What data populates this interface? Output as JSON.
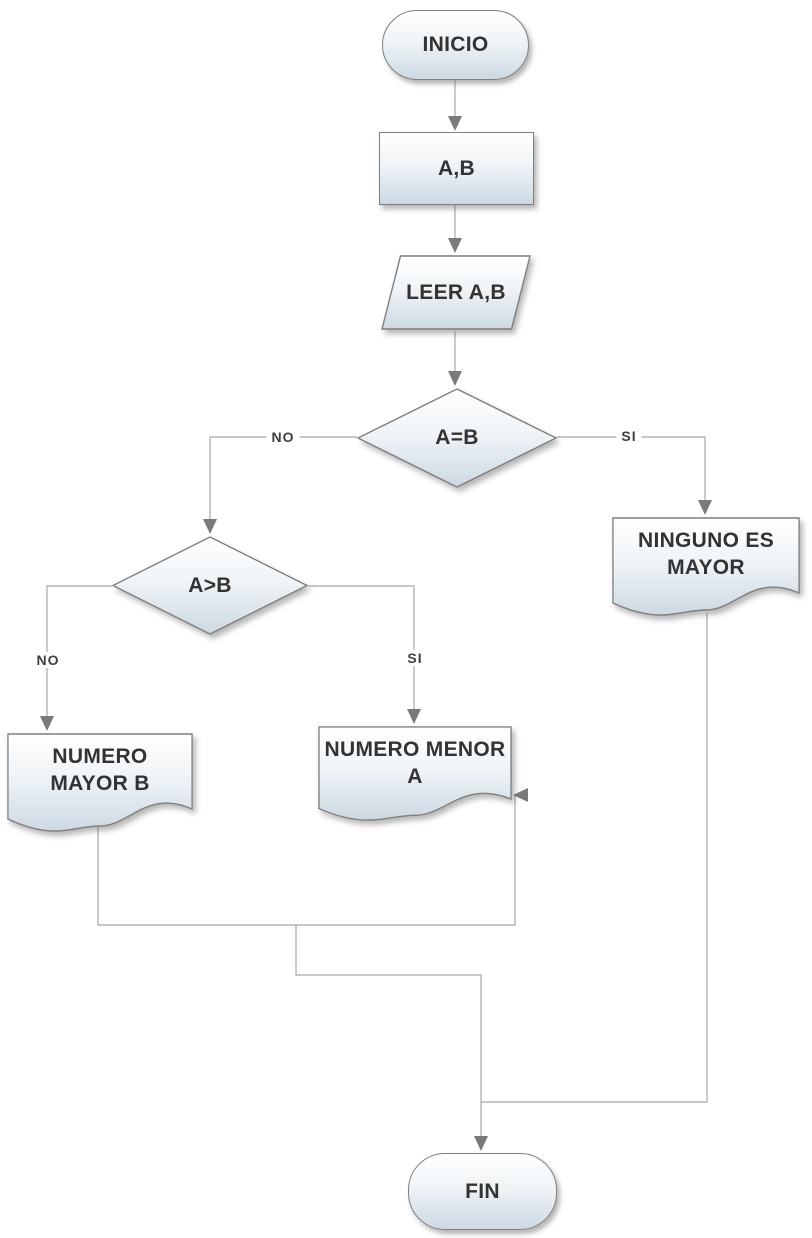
{
  "flowchart": {
    "nodes": {
      "inicio": {
        "type": "terminator",
        "label": "INICIO"
      },
      "entrada_ab": {
        "type": "process",
        "label": "A,B"
      },
      "leer_ab": {
        "type": "data-input",
        "label": "LEER A,B"
      },
      "decision_igual": {
        "type": "decision",
        "label": "A=B"
      },
      "decision_mayor": {
        "type": "decision",
        "label": "A>B"
      },
      "ninguno_es_mayor": {
        "type": "document",
        "lines": [
          "NINGUNO ES",
          "MAYOR"
        ]
      },
      "numero_mayor_b": {
        "type": "document",
        "lines": [
          "NUMERO",
          "MAYOR B"
        ]
      },
      "numero_menor_a": {
        "type": "document",
        "lines": [
          "NUMERO MENOR",
          "A"
        ]
      },
      "fin": {
        "type": "terminator",
        "label": "FIN"
      }
    },
    "edge_labels": {
      "igual_no": "NO",
      "igual_si": "SI",
      "mayor_no": "NO",
      "mayor_si": "SI"
    },
    "colors": {
      "shape_fill_top": "#ffffff",
      "shape_fill_bottom": "#ccd9e2",
      "shape_border": "#7f7f7f",
      "connector": "#a6a6a6",
      "arrowhead": "#7a7a7a",
      "text": "#333333"
    }
  }
}
